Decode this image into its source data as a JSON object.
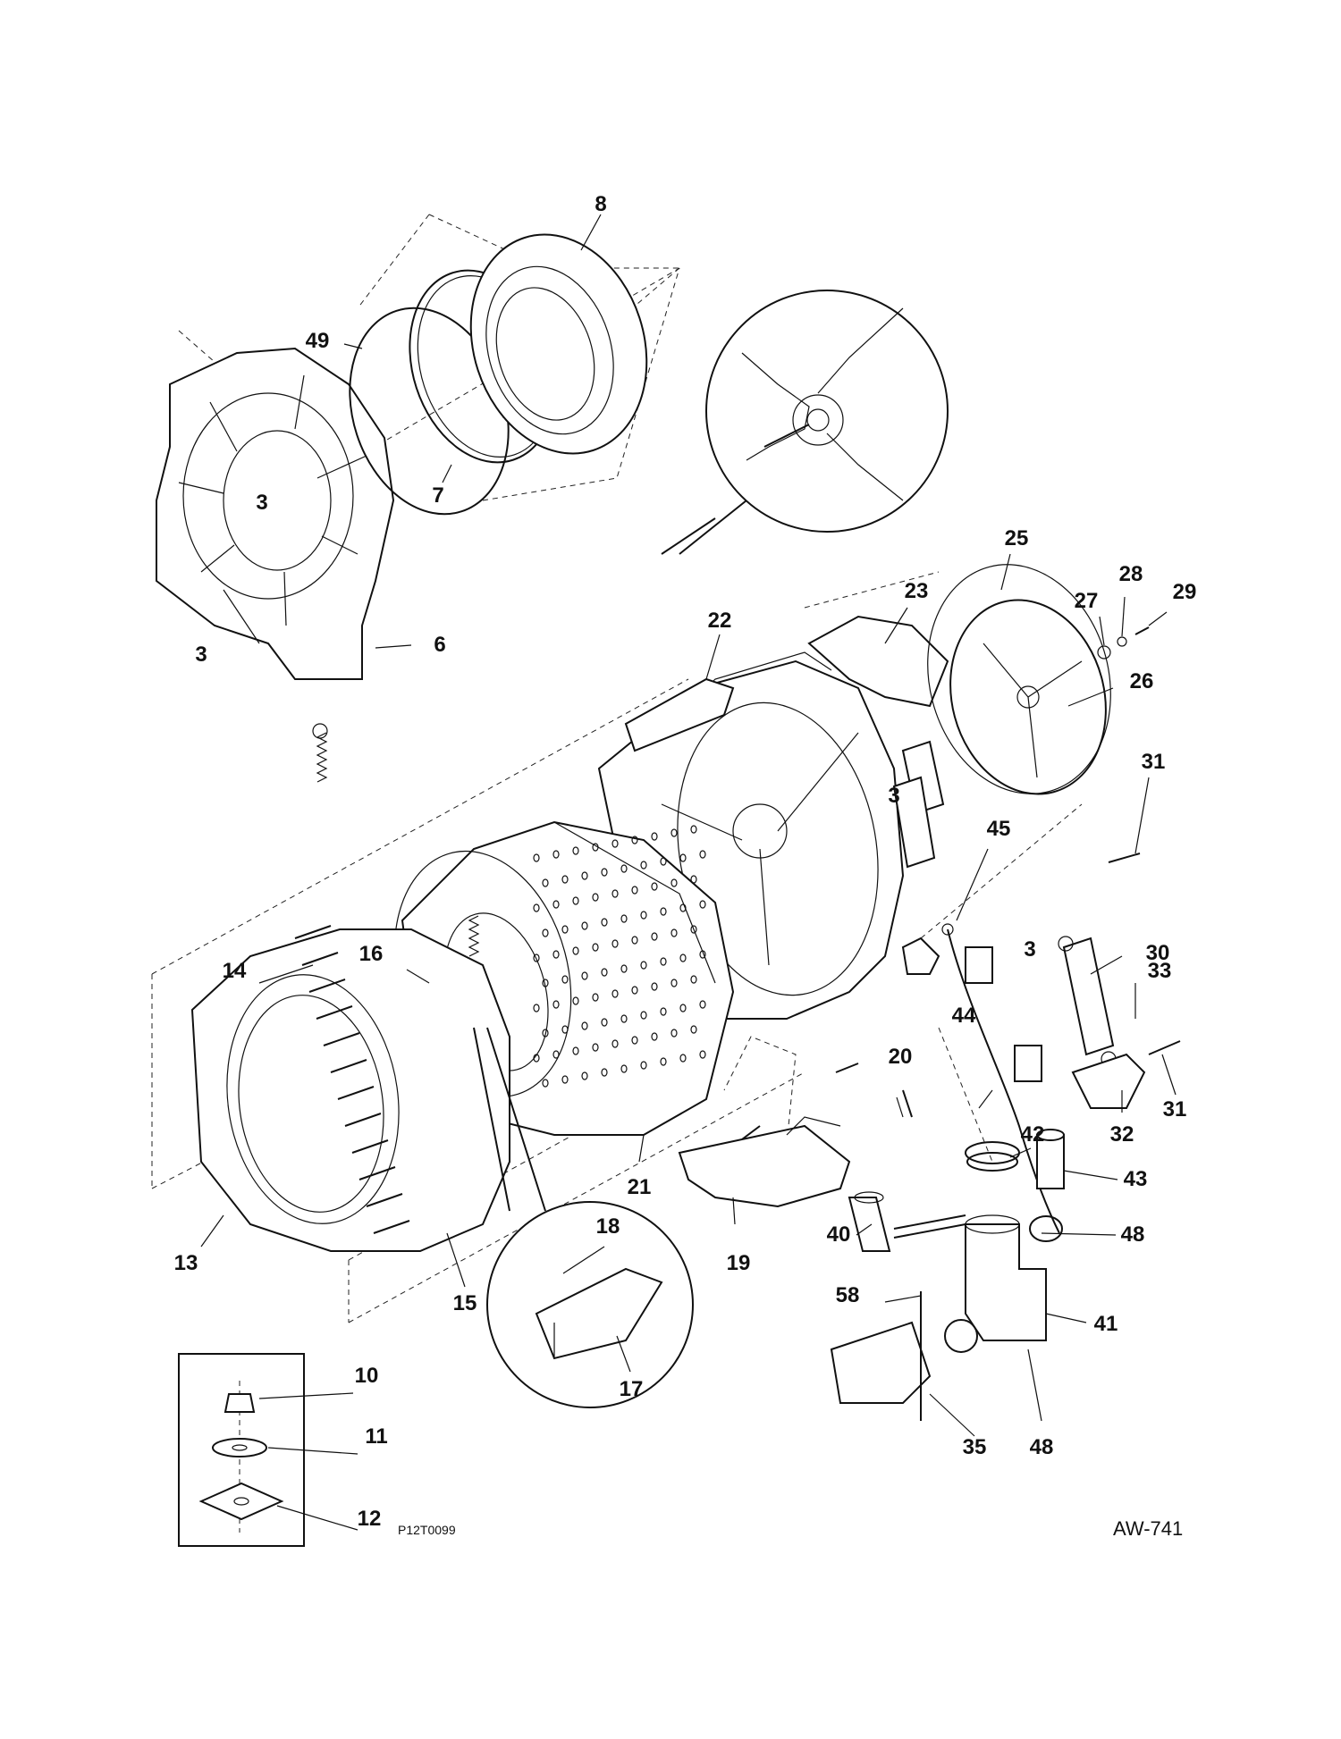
{
  "diagram": {
    "drawing_code": "P12T0099",
    "model_code": "AW-741",
    "callouts": [
      "8",
      "49",
      "7",
      "3",
      "3",
      "3",
      "6",
      "22",
      "23",
      "25",
      "27",
      "28",
      "29",
      "26",
      "31",
      "3",
      "45",
      "14",
      "16",
      "30",
      "33",
      "44",
      "20",
      "31",
      "32",
      "42",
      "43",
      "21",
      "18",
      "40",
      "48",
      "13",
      "19",
      "15",
      "58",
      "41",
      "17",
      "10",
      "35",
      "48",
      "11",
      "12"
    ]
  }
}
